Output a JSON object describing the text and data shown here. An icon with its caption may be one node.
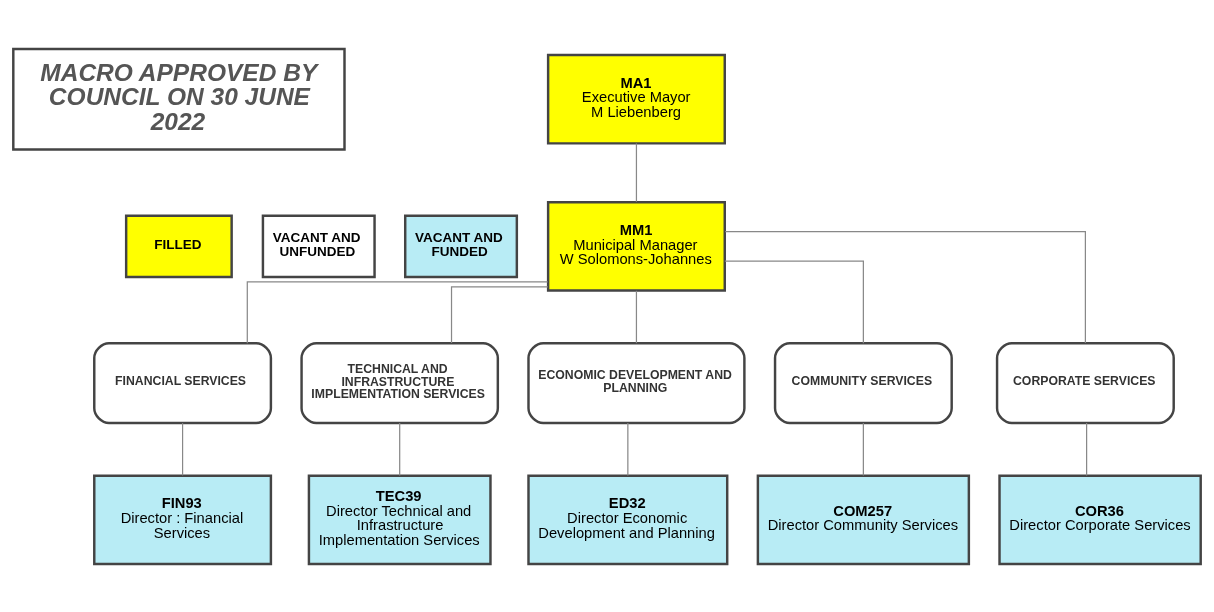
{
  "diagram": {
    "nodes": [
      {
        "text": [
          "MACRO APPROVED BY COUNCIL ON 30 JUNE 2022"
        ]
      },
      {
        "text": [
          "MA1",
          "Executive Mayor",
          "M Liebenberg"
        ]
      },
      {
        "text": [
          "MM1",
          "Municipal Manager",
          "W Solomons-Johannes"
        ]
      },
      {
        "text": [
          "FINANCIAL SERVICES"
        ]
      },
      {
        "text": [
          "TECHNICAL AND INFRASTRUCTURE IMPLEMENTATION SERVICES"
        ]
      },
      {
        "text": [
          "ECONOMIC DEVELOPMENT AND PLANNING"
        ]
      },
      {
        "text": [
          "COMMUNITY SERVICES"
        ]
      },
      {
        "text": [
          "CORPORATE SERVICES"
        ]
      },
      {
        "text": [
          "FIN93",
          "Director : Financial Services"
        ]
      },
      {
        "text": [
          "TEC39",
          "Director Technical and Infrastructure Implementation Services"
        ]
      },
      {
        "text": [
          "ED32",
          "Director Economic Development and Planning"
        ]
      },
      {
        "text": [
          "COM257",
          "Director Community Services"
        ]
      },
      {
        "text": [
          "COR36",
          "Director Corporate Services"
        ]
      }
    ],
    "edges": [
      {
        "from": 1,
        "to": 2,
        "arrow": "none"
      },
      {
        "from": 2,
        "to": 3,
        "arrow": "none"
      },
      {
        "from": 2,
        "to": 4,
        "arrow": "none"
      },
      {
        "from": 2,
        "to": 5,
        "arrow": "none"
      },
      {
        "from": 2,
        "to": 6,
        "arrow": "none"
      },
      {
        "from": 2,
        "to": 7,
        "arrow": "none"
      },
      {
        "from": 3,
        "to": 8,
        "arrow": "none"
      },
      {
        "from": 4,
        "to": 9,
        "arrow": "none"
      },
      {
        "from": 5,
        "to": 10,
        "arrow": "none"
      },
      {
        "from": 6,
        "to": 11,
        "arrow": "none"
      },
      {
        "from": 7,
        "to": 12,
        "arrow": "none"
      }
    ],
    "legend": [
      {
        "text": "FILLED",
        "color": "#ffff00"
      },
      {
        "text": "VACANT AND UNFUNDED",
        "color": "#ffffff"
      },
      {
        "text": "VACANT AND FUNDED",
        "color": "#b8ecf5"
      }
    ]
  }
}
